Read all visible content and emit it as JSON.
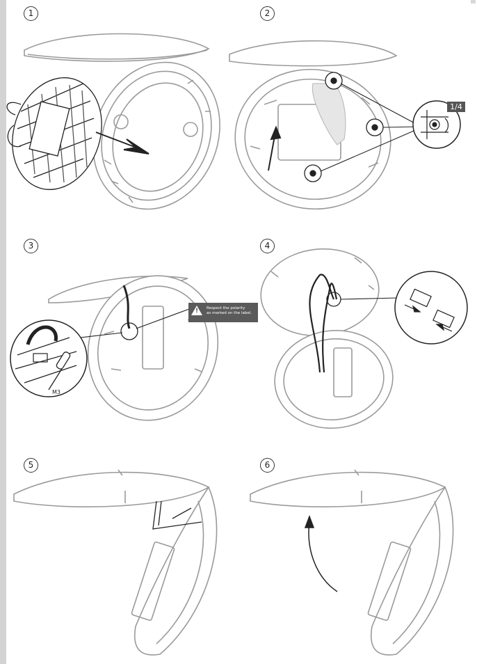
{
  "steps": [
    {
      "number": "1"
    },
    {
      "number": "2"
    },
    {
      "number": "3"
    },
    {
      "number": "4"
    },
    {
      "number": "5"
    },
    {
      "number": "6"
    }
  ],
  "callouts": {
    "rotation": "1/4",
    "warning_line1": "Respect the polarity",
    "warning_line2": "as marked on the label.",
    "screw_size": "M3"
  },
  "colors": {
    "line": "#9a9a9a",
    "dark": "#222222",
    "badge": "#5a5a5a"
  }
}
